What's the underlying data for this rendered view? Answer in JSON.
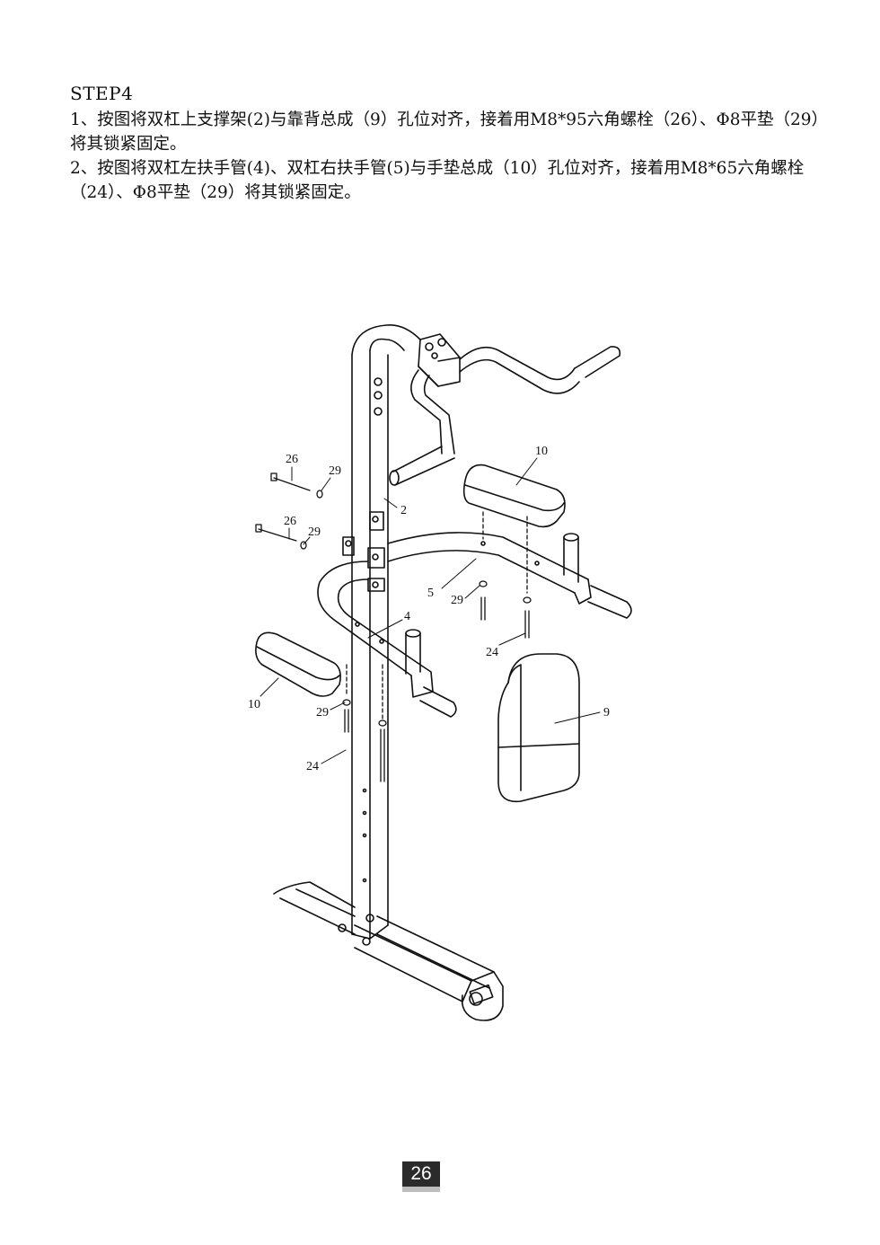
{
  "step_title": "STEP4",
  "instructions": [
    "1、按图将双杠上支撑架(2)与靠背总成（9）孔位对齐，接着用M8*95六角螺栓（26）、Φ8平垫（29）将其锁紧固定。",
    "2、按图将双杠左扶手管(4)、双杠右扶手管(5)与手垫总成（10）孔位对齐，接着用M8*65六角螺栓（24）、Φ8平垫（29）将其锁紧固定。"
  ],
  "part_labels": {
    "bolt_upper": "26",
    "washer_upper": "29",
    "bolt_lower": "26",
    "washer_lower": "29",
    "support_frame": "2",
    "pad_right": "10",
    "right_arm": "5",
    "washer_right": "29",
    "bolt_right": "24",
    "left_arm": "4",
    "pad_left": "10",
    "washer_left": "29",
    "bolt_left": "24",
    "backrest": "9"
  },
  "page_number": "26"
}
